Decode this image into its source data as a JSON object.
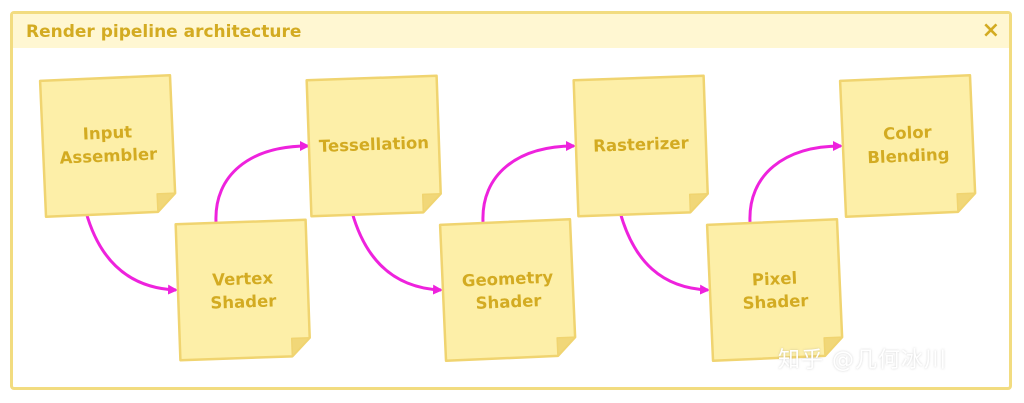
{
  "window": {
    "title": "Render pipeline architecture",
    "close_icon": "×"
  },
  "stages": [
    {
      "id": "input-assembler",
      "lines": [
        "Input",
        "Assembler"
      ]
    },
    {
      "id": "vertex-shader",
      "lines": [
        "Vertex",
        "Shader"
      ]
    },
    {
      "id": "tessellation",
      "lines": [
        "Tessellation"
      ]
    },
    {
      "id": "geometry-shader",
      "lines": [
        "Geometry",
        "Shader"
      ]
    },
    {
      "id": "rasterizer",
      "lines": [
        "Rasterizer"
      ]
    },
    {
      "id": "pixel-shader",
      "lines": [
        "Pixel",
        "Shader"
      ]
    },
    {
      "id": "color-blending",
      "lines": [
        "Color",
        "Blending"
      ]
    }
  ],
  "watermark": "知乎 @几何冰川",
  "colors": {
    "note_fill": "#fdefa8",
    "note_border": "#f0d470",
    "note_fold": "#f1d778",
    "label": "#d3ab22",
    "arrow": "#ee22dd",
    "frame": "#f2dc80",
    "titlebar": "#fff7d2"
  }
}
